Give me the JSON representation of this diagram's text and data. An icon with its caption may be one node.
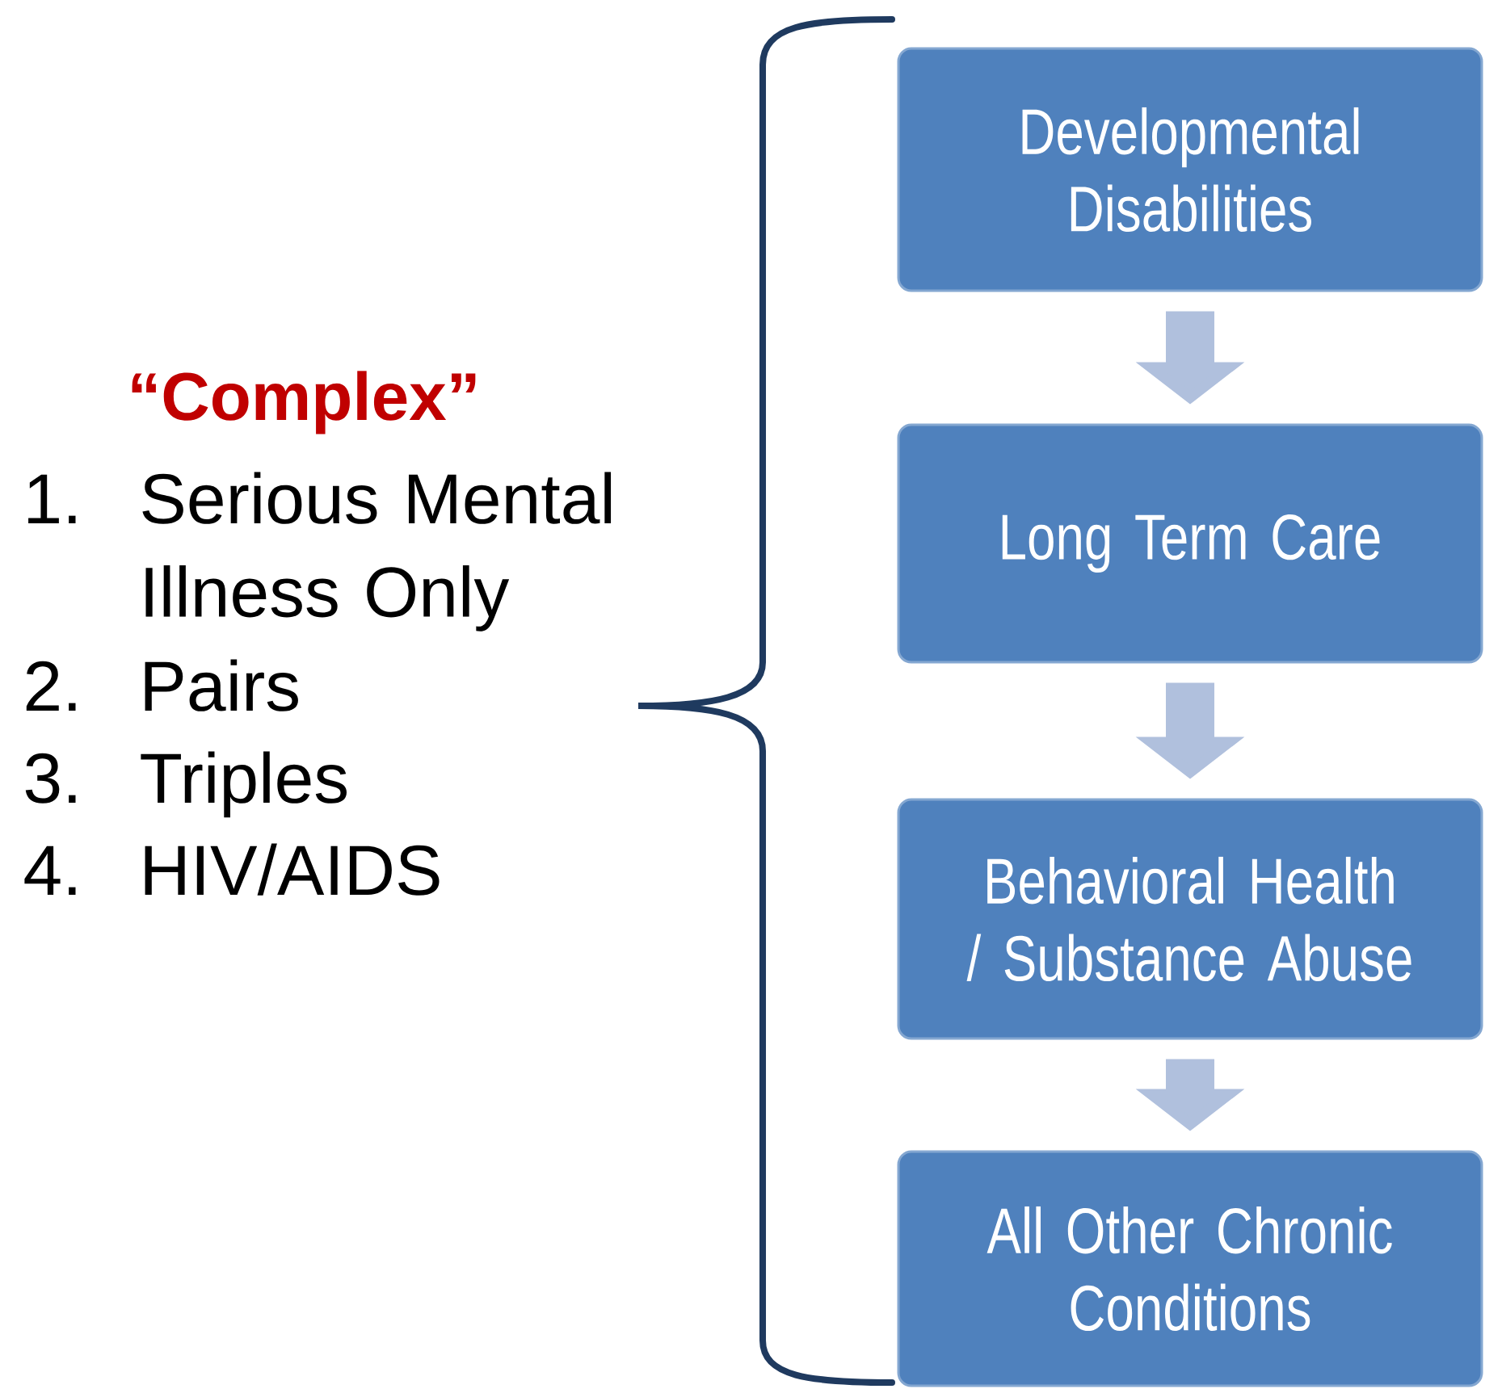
{
  "diagram": {
    "nodes": [
      {
        "text": [
          "Developmental Disabilities"
        ]
      },
      {
        "text": [
          "Long Term Care"
        ]
      },
      {
        "text": [
          "Behavioral Health / Substance Abuse"
        ]
      },
      {
        "text": [
          "All Other Chronic Conditions"
        ]
      }
    ],
    "edges": [
      {
        "from": 0,
        "to": 1,
        "arrow": "to"
      },
      {
        "from": 1,
        "to": 2,
        "arrow": "to"
      },
      {
        "from": 2,
        "to": 3,
        "arrow": "to"
      }
    ],
    "labels": [
      "“Complex”",
      "1.",
      "Serious Mental Illness Only",
      "2.",
      "Pairs",
      "3.",
      "Triples",
      "4.",
      "HIV/AIDS"
    ]
  }
}
